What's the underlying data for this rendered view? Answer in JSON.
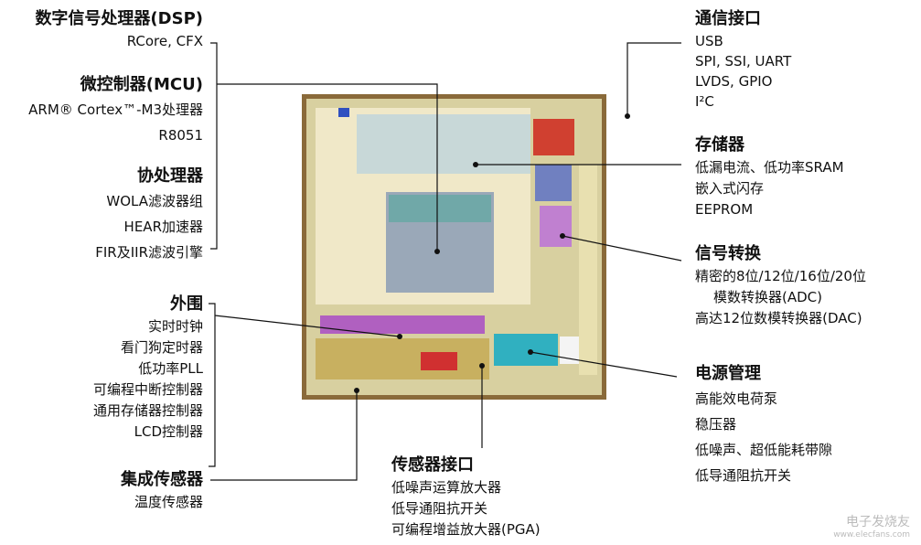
{
  "left": [
    {
      "title": "数字信号处理器(DSP)",
      "items": [
        "RCore, CFX"
      ]
    },
    {
      "title": "微控制器(MCU)",
      "items": [
        "ARM® Cortex™-M3处理器",
        "R8051"
      ]
    },
    {
      "title": "协处理器",
      "items": [
        "WOLA滤波器组",
        "HEAR加速器",
        "FIR及IIR滤波引擎"
      ]
    },
    {
      "title": "外围",
      "items": [
        "实时时钟",
        "看门狗定时器",
        "低功率PLL",
        "可编程中断控制器",
        "通用存储器控制器",
        "LCD控制器"
      ]
    },
    {
      "title": "集成传感器",
      "items": [
        "温度传感器"
      ]
    }
  ],
  "right": [
    {
      "title": "通信接口",
      "items": [
        "USB",
        "SPI, SSI, UART",
        "LVDS, GPIO",
        "I²C"
      ]
    },
    {
      "title": "存储器",
      "items": [
        "低漏电流、低功率SRAM",
        "嵌入式闪存",
        "EEPROM"
      ]
    },
    {
      "title": "信号转换",
      "items": [
        "精密的8位/12位/16位/20位",
        "模数转换器(ADC)",
        "高达12位数模转换器(DAC)"
      ]
    },
    {
      "title": "电源管理",
      "items": [
        "高能效电荷泵",
        "稳压器",
        "低噪声、超低能耗带隙",
        "低导通阻抗开关"
      ]
    }
  ],
  "bottom": {
    "title": "传感器接口",
    "items": [
      "低噪声运算放大器",
      "低导通阻抗开关",
      "可编程增益放大器(PGA)"
    ]
  },
  "watermark": {
    "name": "电子发烧友",
    "url": "www.elecfans.com"
  }
}
